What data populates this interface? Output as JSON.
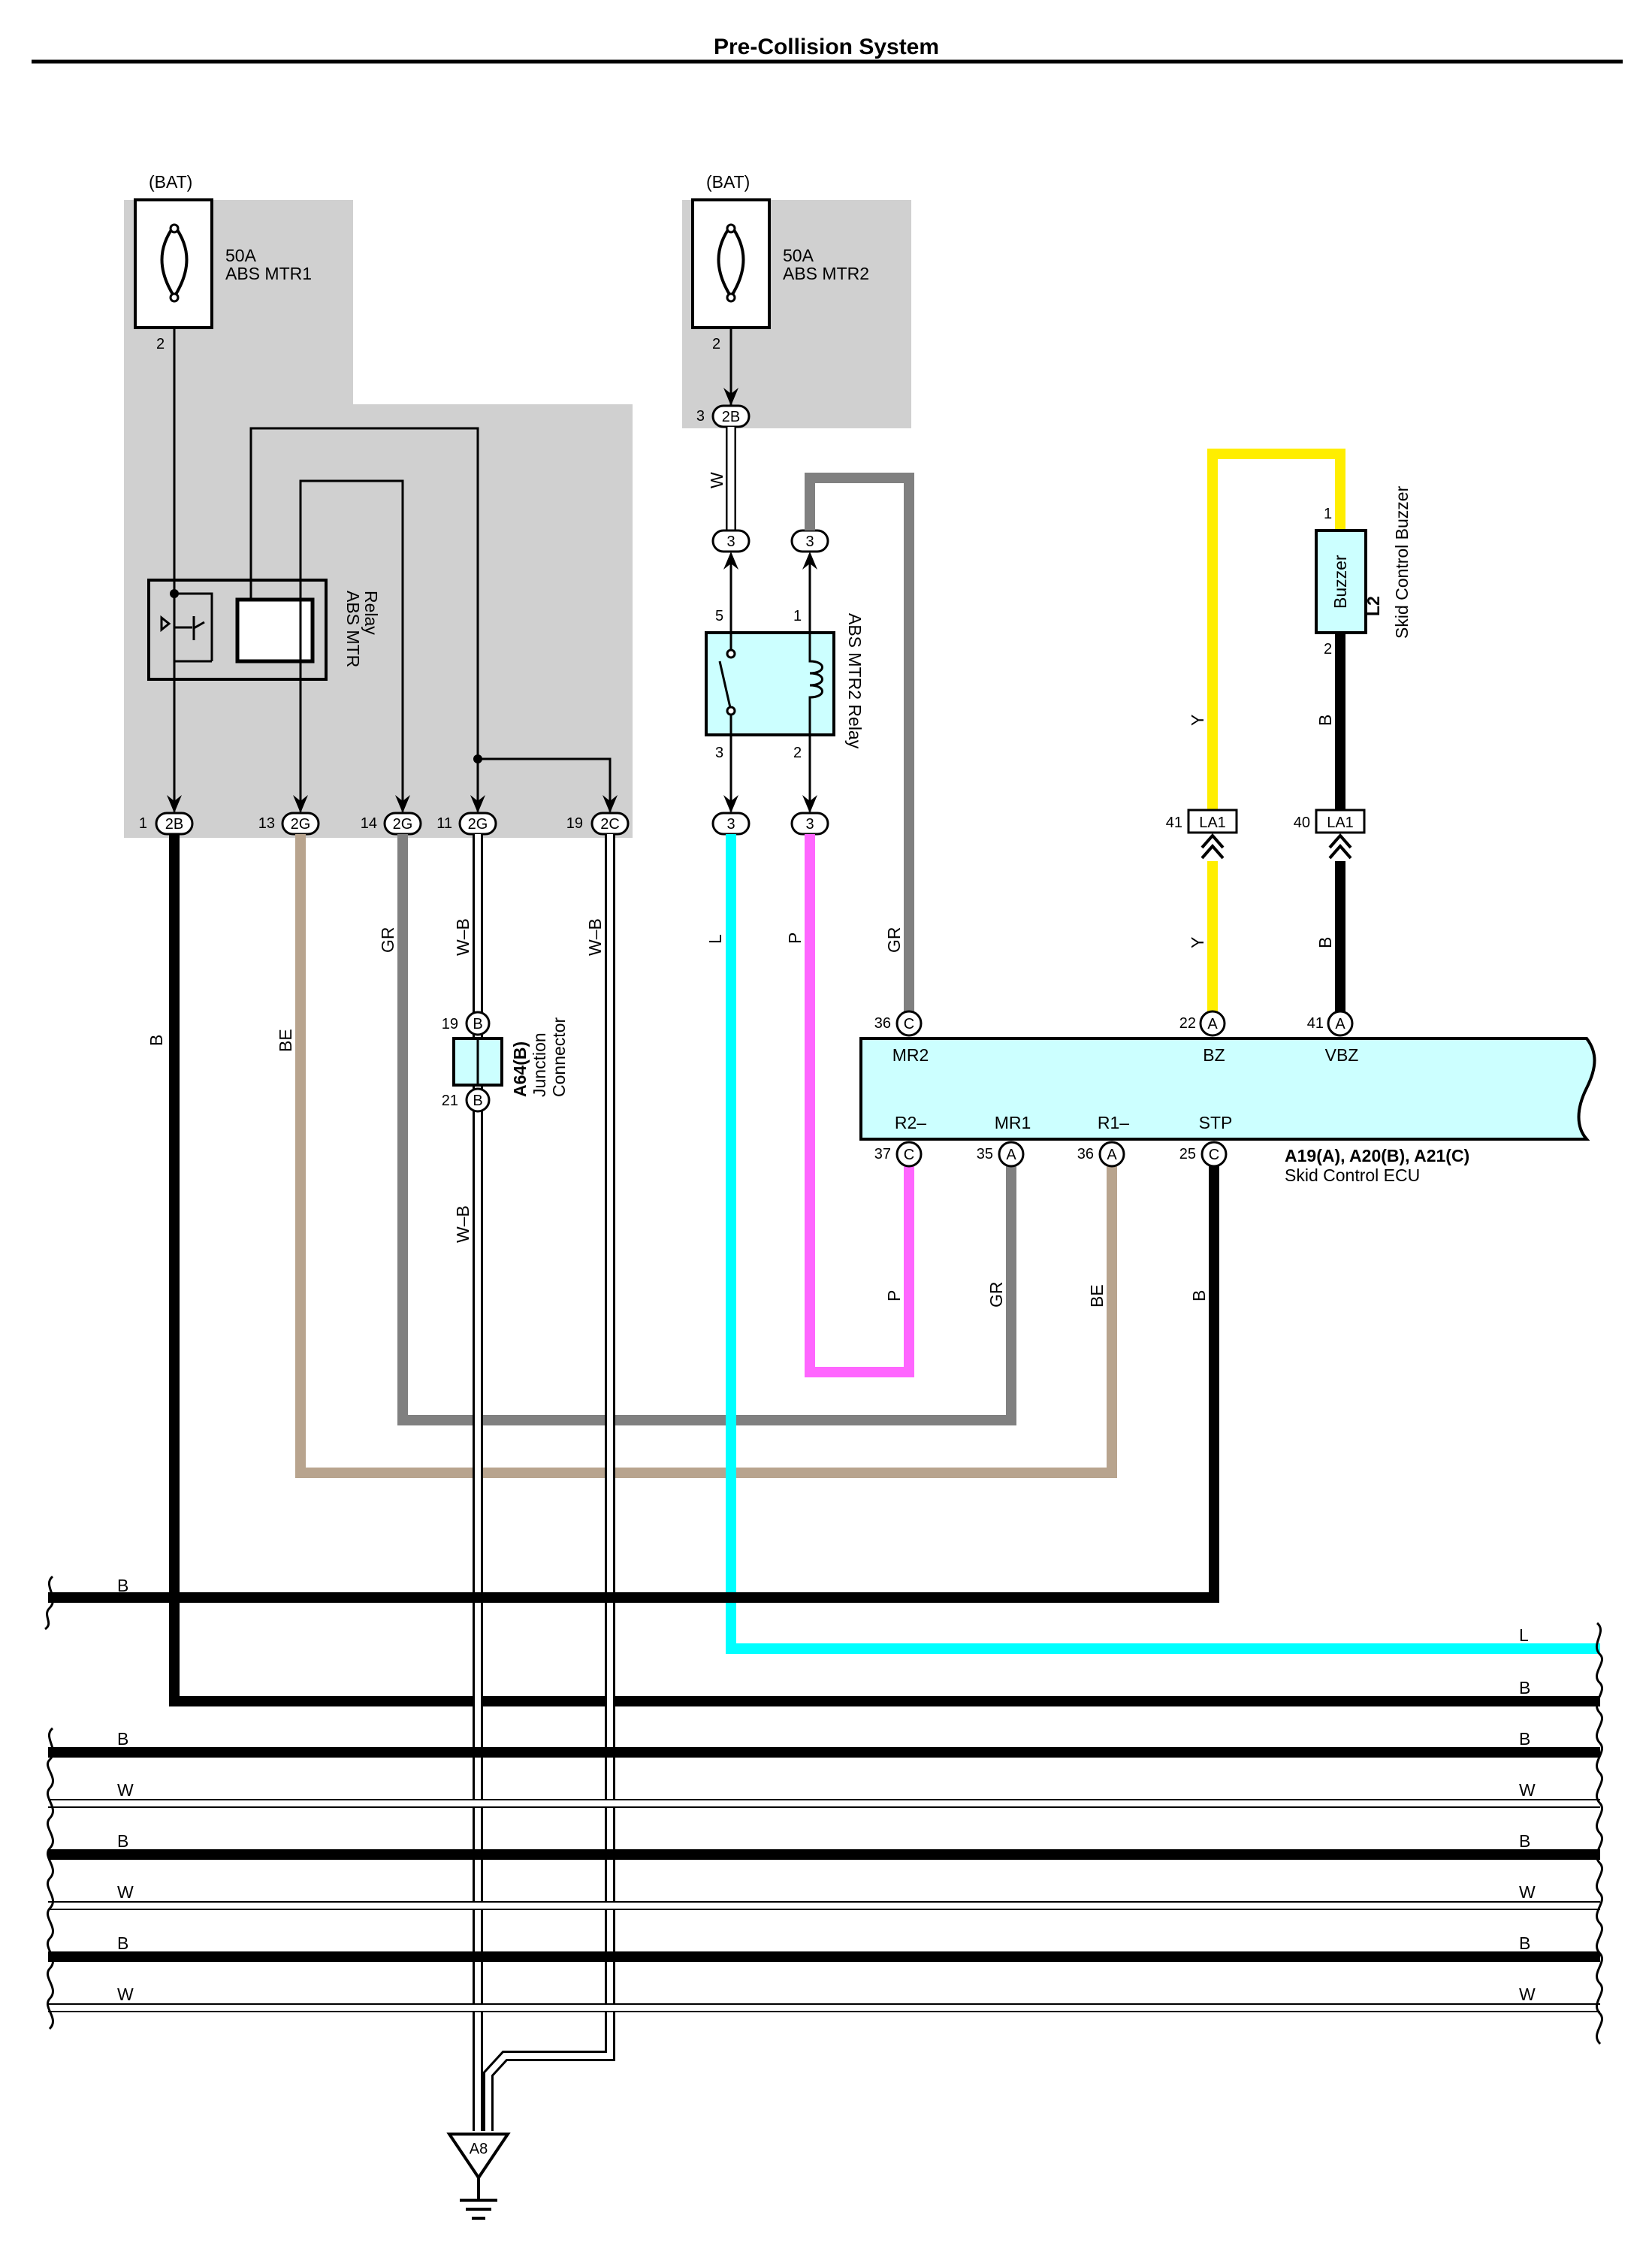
{
  "title": "Pre-Collision System",
  "fuse1": {
    "source": "(BAT)",
    "rating": "50A",
    "name": "ABS MTR1",
    "pin": "2"
  },
  "fuse2": {
    "source": "(BAT)",
    "rating": "50A",
    "name": "ABS MTR2",
    "pin": "2"
  },
  "relay1": {
    "line1": "ABS MTR",
    "line2": "Relay"
  },
  "relay2": {
    "name": "ABS MTR2 Relay",
    "pins": {
      "top_left": "5",
      "top_right": "1",
      "bottom_left": "3",
      "bottom_right": "2"
    }
  },
  "buzzer": {
    "inner": "Buzzer",
    "code": "L2",
    "name": "Skid Control Buzzer",
    "pin_top": "1",
    "pin_bottom": "2"
  },
  "junction": {
    "code": "A64(B)",
    "line1": "Junction",
    "line2": "Connector",
    "pin_top": "19",
    "pin_bottom": "21",
    "letter": "B"
  },
  "ecu": {
    "code": "A19(A), A20(B), A21(C)",
    "name": "Skid Control ECU",
    "top_pins": [
      {
        "num": "36",
        "conn": "C",
        "label": "MR2"
      },
      {
        "num": "22",
        "conn": "A",
        "label": "BZ"
      },
      {
        "num": "41",
        "conn": "A",
        "label": "VBZ"
      }
    ],
    "bottom_pins": [
      {
        "num": "37",
        "conn": "C",
        "label": "R2–"
      },
      {
        "num": "35",
        "conn": "A",
        "label": "MR1"
      },
      {
        "num": "36",
        "conn": "A",
        "label": "R1–"
      },
      {
        "num": "25",
        "conn": "C",
        "label": "STP"
      }
    ]
  },
  "block1_connectors": [
    {
      "num": "1",
      "code": "2B"
    },
    {
      "num": "13",
      "code": "2G"
    },
    {
      "num": "14",
      "code": "2G"
    },
    {
      "num": "11",
      "code": "2G"
    },
    {
      "num": "19",
      "code": "2C"
    }
  ],
  "block2_connector": {
    "num": "3",
    "code": "2B"
  },
  "relay2_connectors": [
    "3",
    "3",
    "3",
    "3"
  ],
  "la1": [
    {
      "num": "41",
      "code": "LA1"
    },
    {
      "num": "40",
      "code": "LA1"
    }
  ],
  "wire_colors": {
    "B": "B",
    "BE": "BE",
    "GR": "GR",
    "W-B": "W–B",
    "W": "W",
    "L": "L",
    "P": "P",
    "Y": "Y"
  },
  "bus": [
    {
      "left": "B",
      "right": ""
    },
    {
      "left": "",
      "right": "L"
    },
    {
      "left": "",
      "right": "B"
    },
    {
      "left": "B",
      "right": "B"
    },
    {
      "left": "W",
      "right": "W"
    },
    {
      "left": "B",
      "right": "B"
    },
    {
      "left": "W",
      "right": "W"
    },
    {
      "left": "B",
      "right": "B"
    },
    {
      "left": "W",
      "right": "W"
    }
  ],
  "ground": "A8",
  "colors": {
    "black": "#000000",
    "beige": "#b8a48e",
    "gray": "#808080",
    "cyan": "#00ffff",
    "pink": "#ff66ff",
    "yellow": "#ffee00",
    "lightcyan": "#ccffff",
    "shade": "#d0d0d0",
    "white_wire": "#ffffff"
  }
}
